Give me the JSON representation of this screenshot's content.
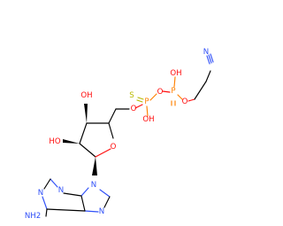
{
  "colors": {
    "background": "#ffffff",
    "carbon_bond": "#000000",
    "oxygen": "#ff0d0d",
    "nitrogen": "#3050f8",
    "phosphorus": "#ff8000",
    "sulfur": "#b8b800"
  },
  "atoms": {
    "oh_ribose_top": "OH",
    "oh_ribose_left": "HO",
    "o_ring": "O",
    "o_bridge_5prime": "O",
    "p_alpha": "P",
    "s_thio": "S",
    "oh_p_alpha": "OH",
    "o_bridge_pp": "O",
    "p_beta": "P",
    "oh_p_beta_top": "OH",
    "o_beta_ester": "O",
    "n_nitrile": "N",
    "n_purine_n9": "N",
    "n_purine_n7": "N",
    "n_purine_n1": "N",
    "n_purine_n3": "N",
    "nh2_amine": "NH2"
  }
}
